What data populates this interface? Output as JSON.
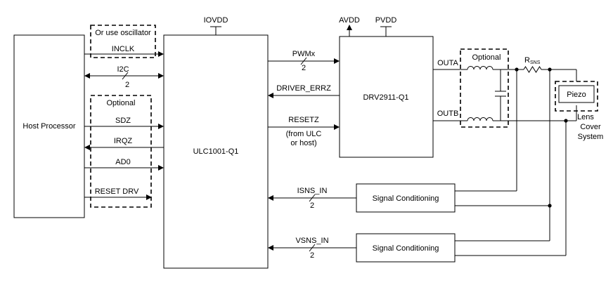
{
  "blocks": {
    "host": "Host Processor",
    "ulc": "ULC1001-Q1",
    "drv": "DRV2911-Q1",
    "sc1": "Signal Conditioning",
    "sc2": "Signal Conditioning",
    "piezo": "Piezo"
  },
  "power": {
    "iovdd": "IOVDD",
    "avdd": "AVDD",
    "pvdd": "PVDD"
  },
  "host_signals": {
    "osc_note": "Or use oscillator",
    "inclk": "INCLK",
    "i2c": "I2C",
    "i2c_bus": "2",
    "optional": "Optional",
    "sdz": "SDZ",
    "irqz": "IRQZ",
    "ad0": "AD0",
    "reset_drv": "RESET DRV"
  },
  "ulc_drv_signals": {
    "pwmx": "PWMx",
    "pwmx_bus": "2",
    "driver_errz": "DRIVER_ERRZ",
    "resetz": "RESETZ",
    "resetz_note_1": "(from ULC",
    "resetz_note_2": "or host)"
  },
  "sense_signals": {
    "isns": "ISNS_IN",
    "isns_bus": "2",
    "vsns": "VSNS_IN",
    "vsns_bus": "2"
  },
  "outputs": {
    "outa": "OUTA",
    "outb": "OUTB",
    "filter_optional": "Optional",
    "rsns_main": "R",
    "rsns_sub": "SNS"
  },
  "lens": {
    "line1": "Lens",
    "line2": "Cover",
    "line3": "System"
  }
}
